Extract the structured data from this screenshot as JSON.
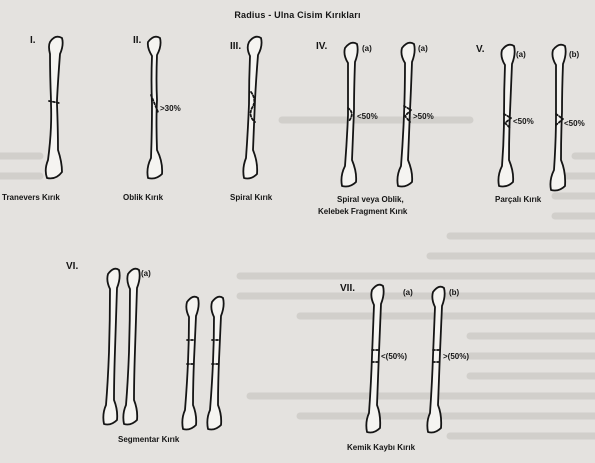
{
  "title": "Radius - Ulna Cisim Kırıkları",
  "types": [
    {
      "numeral": "I.",
      "caption": "Tranevers Kırık"
    },
    {
      "numeral": "II.",
      "caption": "Oblik Kırık",
      "annotation": ">30%"
    },
    {
      "numeral": "III.",
      "caption": "Spiral Kırık"
    },
    {
      "numeral": "IV.",
      "sub_a": "(a)",
      "sub_b": "(a)",
      "annotation_a": "<50%",
      "annotation_b": ">50%",
      "caption_line1": "Spiral veya Oblik,",
      "caption_line2": "Kelebek Fragment Kırık"
    },
    {
      "numeral": "V.",
      "sub_a": "(a)",
      "sub_b": "(b)",
      "annotation_a": "<50%",
      "annotation_b": "<50%",
      "caption": "Parçalı Kırık"
    },
    {
      "numeral": "VI.",
      "sub_a": "(a)",
      "caption": "Segmentar Kırık"
    },
    {
      "numeral": "VII.",
      "sub_a": "(a)",
      "sub_b": "(b)",
      "annotation_a": "<(50%)",
      "annotation_b": ">(50%)",
      "caption": "Kemik Kaybı Kırık"
    }
  ],
  "colors": {
    "page": "#e4e2df",
    "ink": "#151515",
    "bone_fill": "#f5f4f1",
    "ghost_text": "#b9b6b2"
  }
}
